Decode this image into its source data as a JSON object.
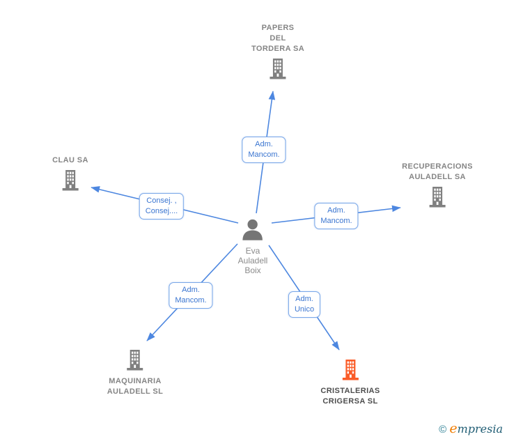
{
  "diagram": {
    "person": {
      "line1": "Eva",
      "line2": "Auladell",
      "line3": "Boix"
    },
    "nodes": {
      "papers": {
        "line1": "PAPERS",
        "line2": "DEL",
        "line3": "TORDERA SA"
      },
      "clau": {
        "line1": "CLAU SA"
      },
      "recuperacions": {
        "line1": "RECUPERACIONS",
        "line2": "AULADELL SA"
      },
      "maquinaria": {
        "line1": "MAQUINARIA",
        "line2": "AULADELL SL"
      },
      "cristalerias": {
        "line1": "CRISTALERIAS",
        "line2": "CRIGERSA SL"
      }
    },
    "edges": {
      "top": {
        "line1": "Adm.",
        "line2": "Mancom."
      },
      "left": {
        "line1": "Consej. ,",
        "line2": "Consej...."
      },
      "right": {
        "line1": "Adm.",
        "line2": "Mancom."
      },
      "bottom_left": {
        "line1": "Adm.",
        "line2": "Mancom."
      },
      "bottom_right": {
        "line1": "Adm.",
        "line2": "Unico"
      }
    }
  },
  "watermark": {
    "copyright": "©",
    "brand_first": "e",
    "brand_rest": "mpresia"
  },
  "colors": {
    "edge_blue": "#4d87e0",
    "edge_label_text": "#3a75d0",
    "edge_label_border": "#7aa7e8",
    "node_gray": "#808080",
    "highlight_orange": "#fa5c28",
    "node_text_gray": "#858585",
    "highlight_text_dark": "#4d4d4d",
    "watermark_teal": "#205d74",
    "watermark_orange": "#f07c00"
  }
}
